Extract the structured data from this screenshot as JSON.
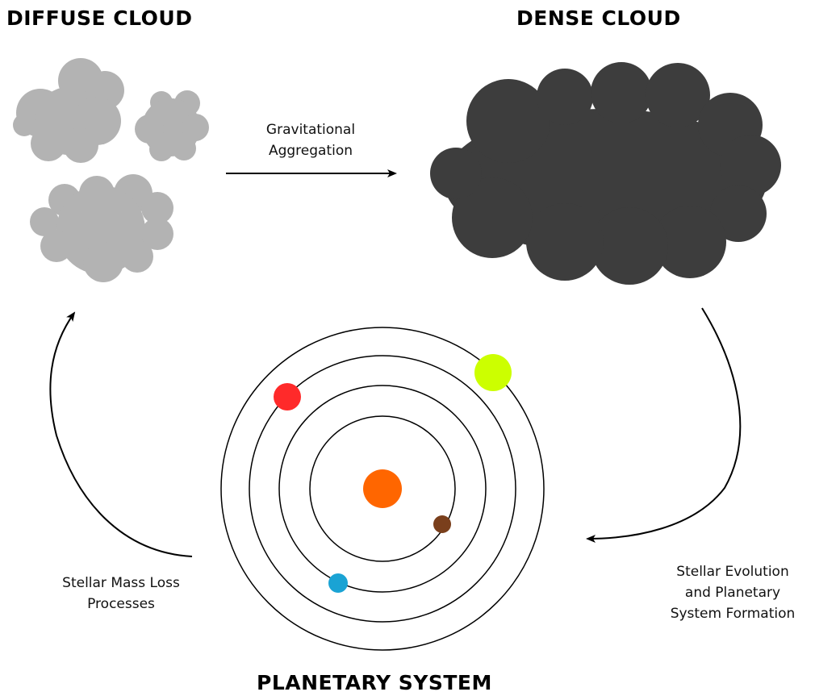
{
  "titles": {
    "diffuse": "DIFFUSE CLOUD",
    "dense": "DENSE CLOUD",
    "planetary": "PLANETARY SYSTEM"
  },
  "arrows": {
    "gravitational": {
      "line1": "Gravitational",
      "line2": "Aggregation"
    },
    "stellar_evolution": {
      "line1": "Stellar Evolution",
      "line2": "and Planetary",
      "line3": "System Formation"
    },
    "mass_loss": {
      "line1": "Stellar Mass Loss",
      "line2": "Processes"
    }
  },
  "colors": {
    "diffuse_cloud": "#b3b3b3",
    "dense_cloud": "#3d3d3d",
    "star": "#ff6600",
    "planet_red": "#ff2a2a",
    "planet_lime": "#ccff00",
    "planet_brown": "#7a3f1c",
    "planet_cyan": "#1aa3d4"
  }
}
